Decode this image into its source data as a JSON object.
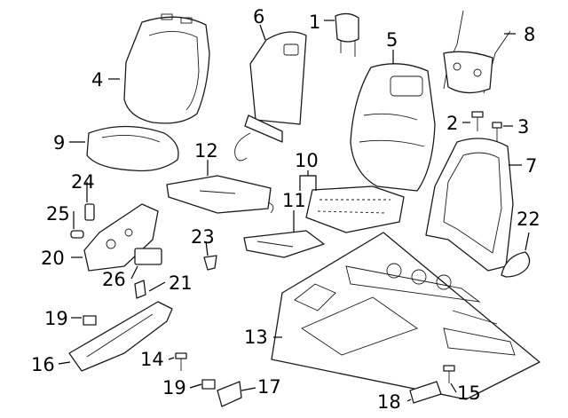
{
  "diagram": {
    "callouts": [
      {
        "id": "1",
        "label": "1"
      },
      {
        "id": "2",
        "label": "2"
      },
      {
        "id": "3",
        "label": "3"
      },
      {
        "id": "4",
        "label": "4"
      },
      {
        "id": "5",
        "label": "5"
      },
      {
        "id": "6",
        "label": "6"
      },
      {
        "id": "7",
        "label": "7"
      },
      {
        "id": "8",
        "label": "8"
      },
      {
        "id": "9",
        "label": "9"
      },
      {
        "id": "10",
        "label": "10"
      },
      {
        "id": "11",
        "label": "11"
      },
      {
        "id": "12",
        "label": "12"
      },
      {
        "id": "13",
        "label": "13"
      },
      {
        "id": "14",
        "label": "14"
      },
      {
        "id": "15",
        "label": "15"
      },
      {
        "id": "16",
        "label": "16"
      },
      {
        "id": "17",
        "label": "17"
      },
      {
        "id": "18",
        "label": "18"
      },
      {
        "id": "19a",
        "label": "19"
      },
      {
        "id": "19b",
        "label": "19"
      },
      {
        "id": "20",
        "label": "20"
      },
      {
        "id": "21",
        "label": "21"
      },
      {
        "id": "22",
        "label": "22"
      },
      {
        "id": "23",
        "label": "23"
      },
      {
        "id": "24",
        "label": "24"
      },
      {
        "id": "25",
        "label": "25"
      },
      {
        "id": "26",
        "label": "26"
      }
    ]
  }
}
